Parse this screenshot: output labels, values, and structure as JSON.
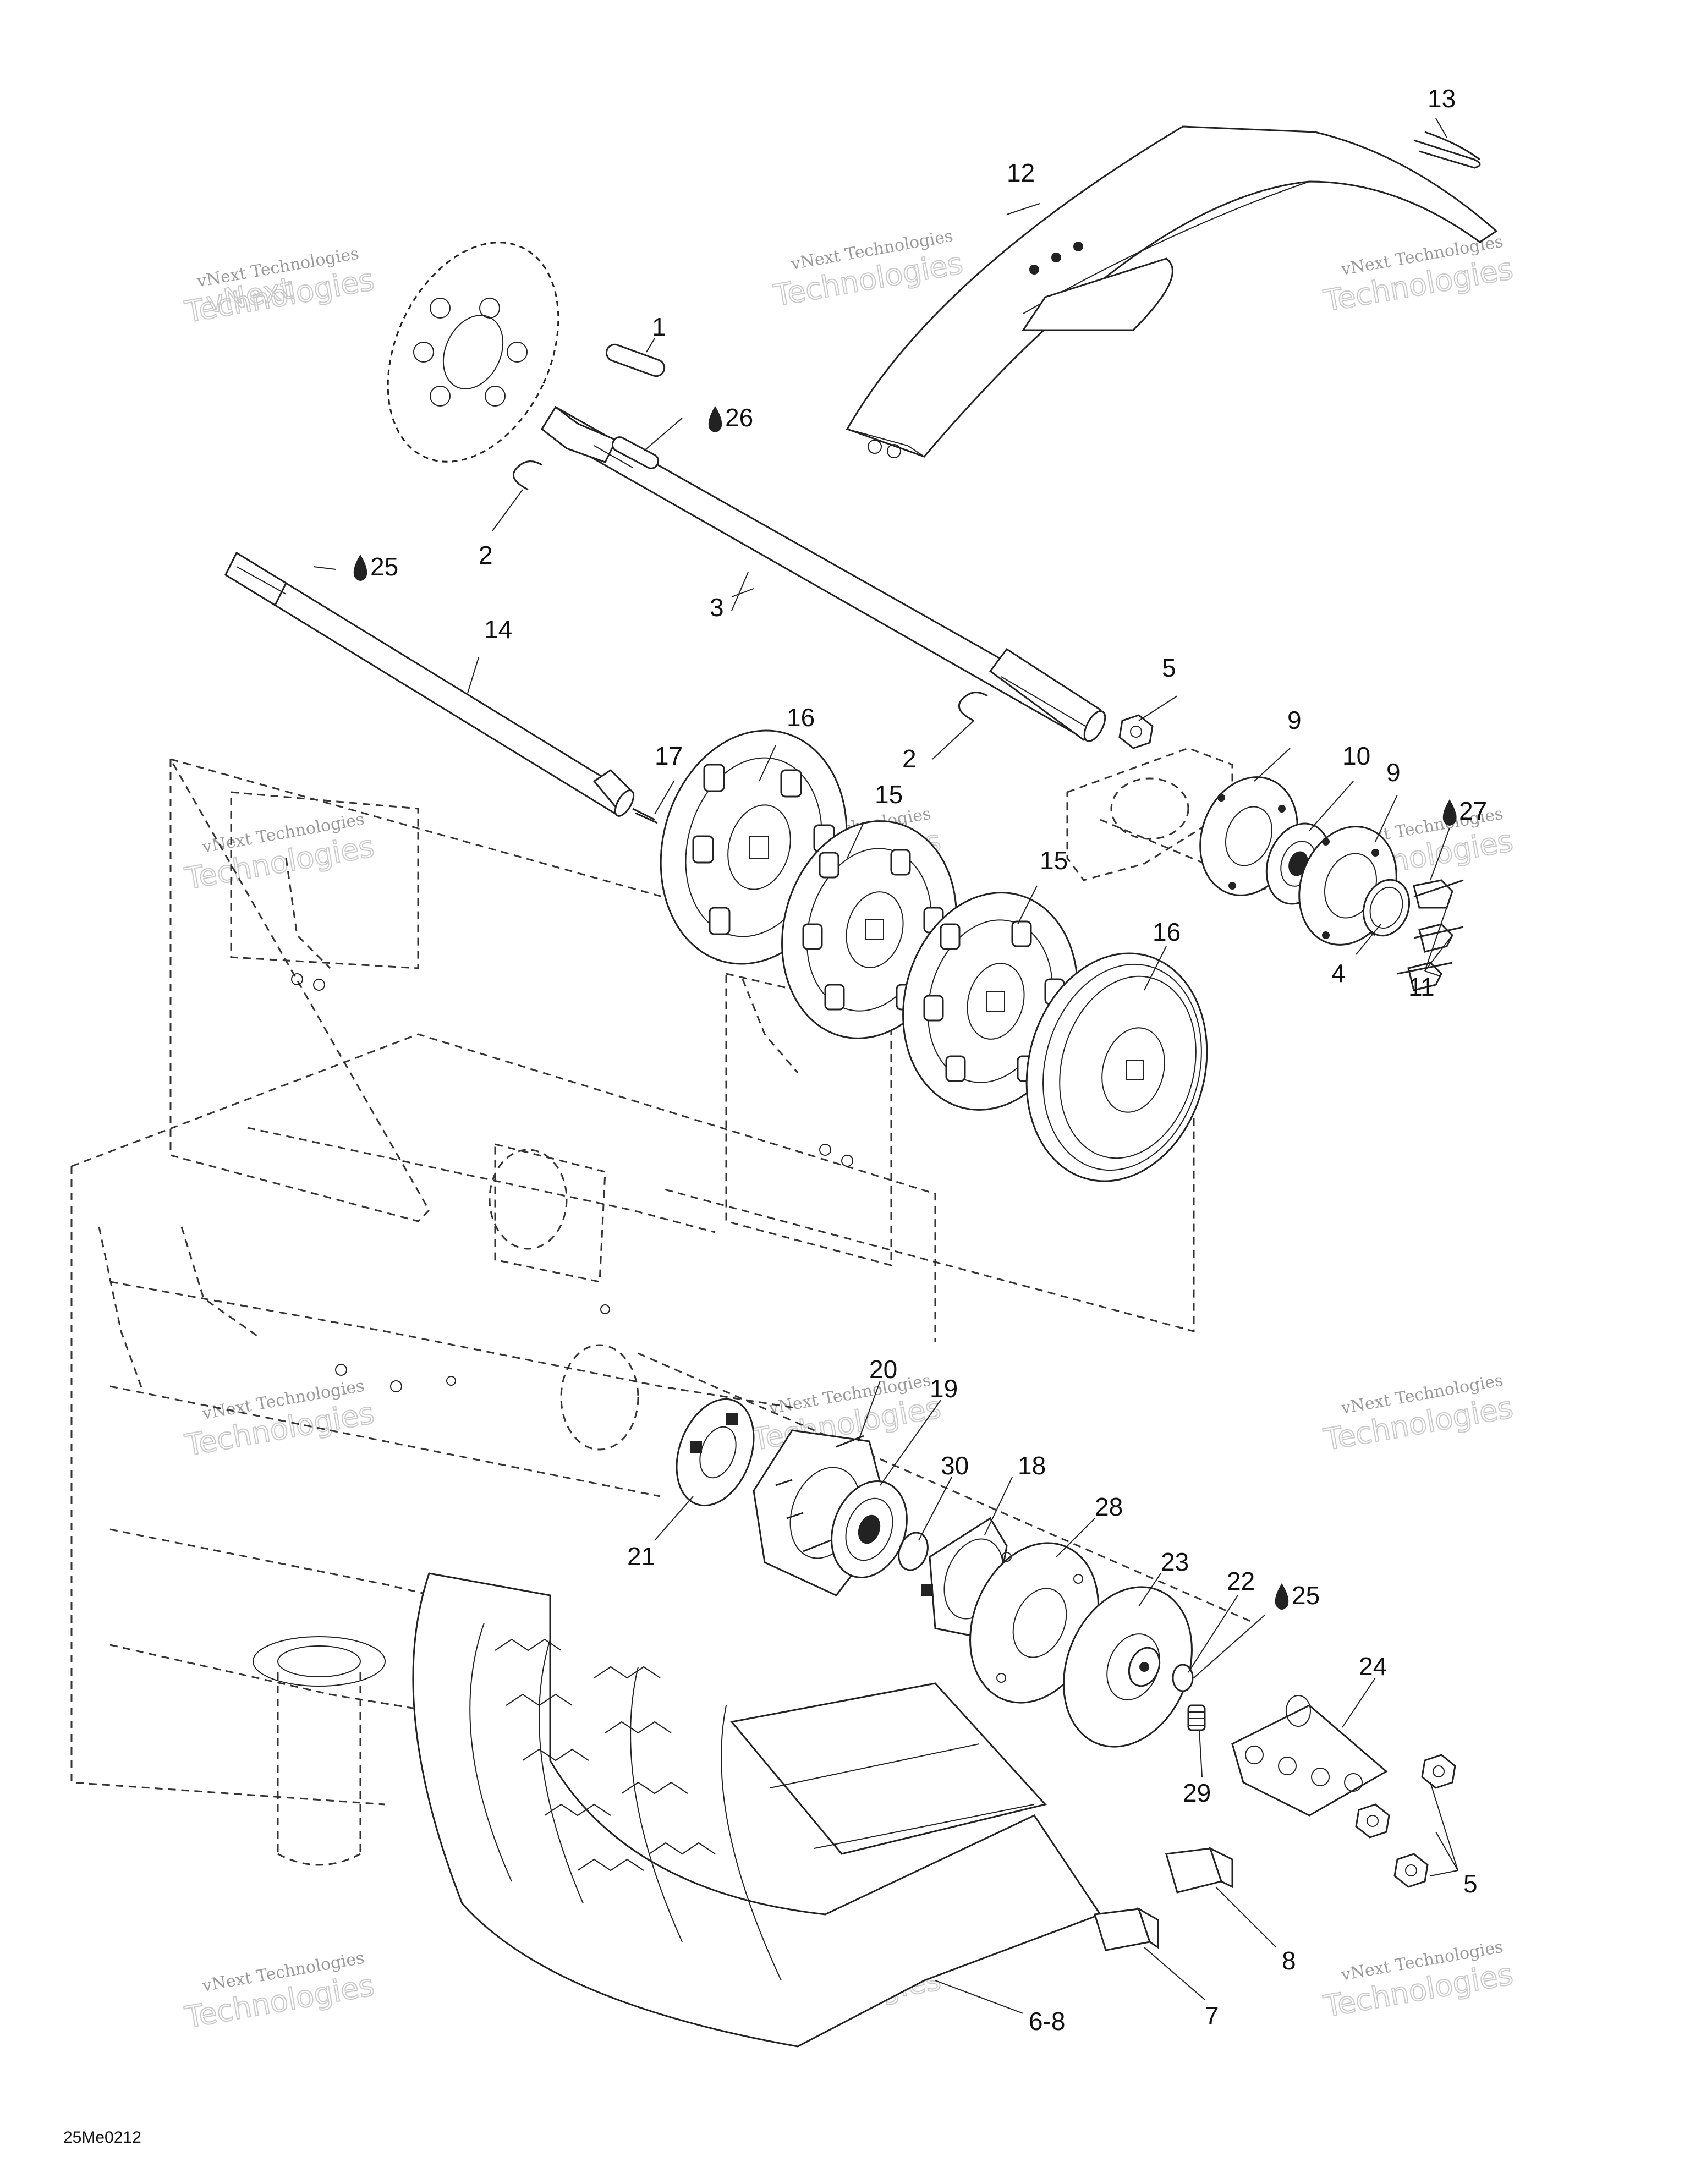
{
  "callouts": [
    {
      "id": "c1",
      "text": "1"
    },
    {
      "id": "c2a",
      "text": "2"
    },
    {
      "id": "c2b",
      "text": "2"
    },
    {
      "id": "c3",
      "text": "3"
    },
    {
      "id": "c4",
      "text": "4"
    },
    {
      "id": "c5a",
      "text": "5"
    },
    {
      "id": "c5b",
      "text": "5"
    },
    {
      "id": "c68",
      "text": "6-8"
    },
    {
      "id": "c7",
      "text": "7"
    },
    {
      "id": "c8",
      "text": "8"
    },
    {
      "id": "c9a",
      "text": "9"
    },
    {
      "id": "c9b",
      "text": "9"
    },
    {
      "id": "c10",
      "text": "10"
    },
    {
      "id": "c11",
      "text": "11"
    },
    {
      "id": "c12",
      "text": "12"
    },
    {
      "id": "c13",
      "text": "13"
    },
    {
      "id": "c14",
      "text": "14"
    },
    {
      "id": "c15a",
      "text": "15"
    },
    {
      "id": "c15b",
      "text": "15"
    },
    {
      "id": "c16a",
      "text": "16"
    },
    {
      "id": "c16b",
      "text": "16"
    },
    {
      "id": "c17",
      "text": "17"
    },
    {
      "id": "c18",
      "text": "18"
    },
    {
      "id": "c19",
      "text": "19"
    },
    {
      "id": "c20",
      "text": "20"
    },
    {
      "id": "c21",
      "text": "21"
    },
    {
      "id": "c22",
      "text": "22"
    },
    {
      "id": "c23",
      "text": "23"
    },
    {
      "id": "c24",
      "text": "24"
    },
    {
      "id": "c28",
      "text": "28"
    },
    {
      "id": "c29",
      "text": "29"
    },
    {
      "id": "c30",
      "text": "30"
    }
  ],
  "lubricant_refs": [
    {
      "id": "l26",
      "icon": "oil-drop-icon",
      "text": "26"
    },
    {
      "id": "l25a",
      "icon": "oil-drop-icon",
      "text": "25"
    },
    {
      "id": "l27",
      "icon": "oil-drop-icon",
      "text": "27"
    },
    {
      "id": "l25b",
      "icon": "oil-drop-icon",
      "text": "25"
    }
  ],
  "watermark": {
    "line1": "vNext Technologies",
    "line2": "Technologies",
    "line3": "vNext"
  },
  "drawing_code": "25Me0212"
}
